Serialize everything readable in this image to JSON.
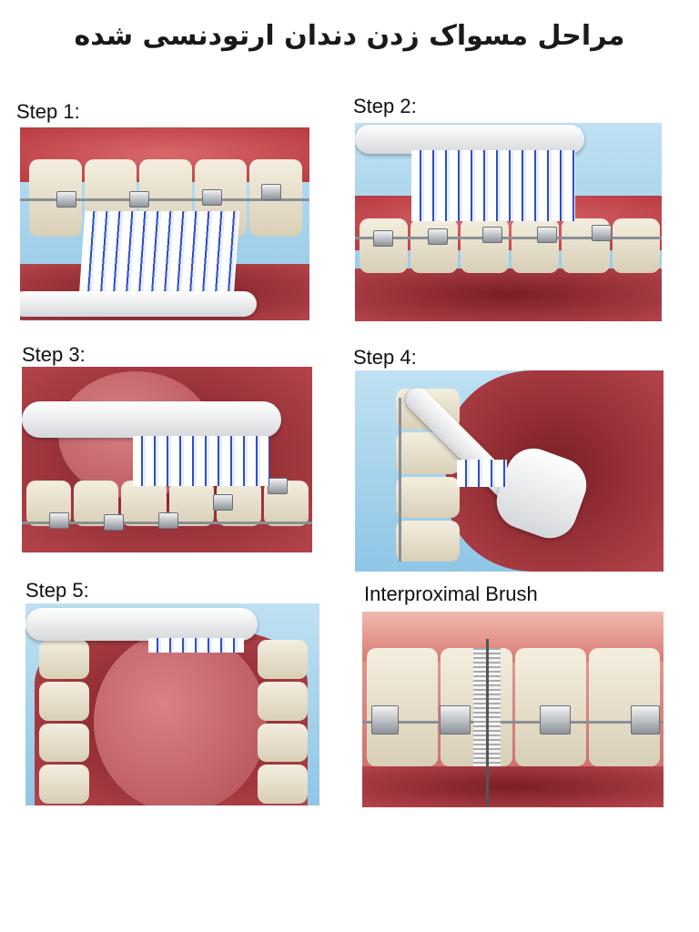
{
  "title": "مراحل مسواک زدن دندان ارتودنسی شده",
  "steps": [
    {
      "label": "Step 1:"
    },
    {
      "label": "Step 2:"
    },
    {
      "label": "Step 3:"
    },
    {
      "label": "Step 4:"
    },
    {
      "label": "Step 5:"
    },
    {
      "label": "Interproximal Brush"
    }
  ]
}
